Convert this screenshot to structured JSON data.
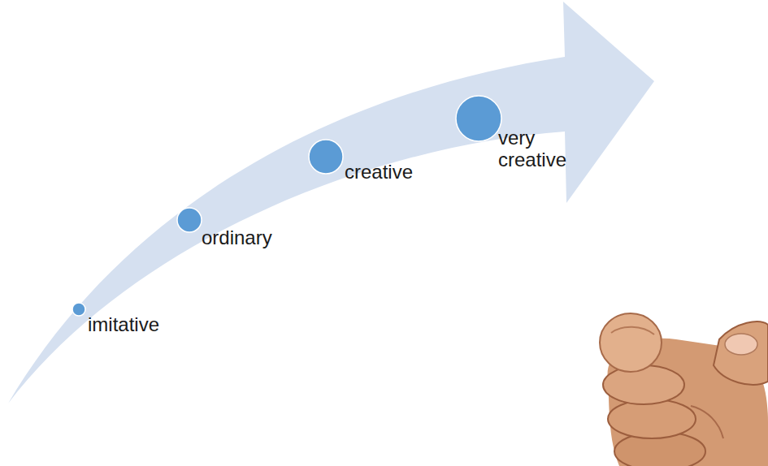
{
  "diagram": {
    "nodes": [
      {
        "text": [
          "imitative"
        ]
      },
      {
        "text": [
          "ordinary"
        ]
      },
      {
        "text": [
          "creative"
        ]
      },
      {
        "text": [
          "very creative"
        ]
      }
    ]
  }
}
